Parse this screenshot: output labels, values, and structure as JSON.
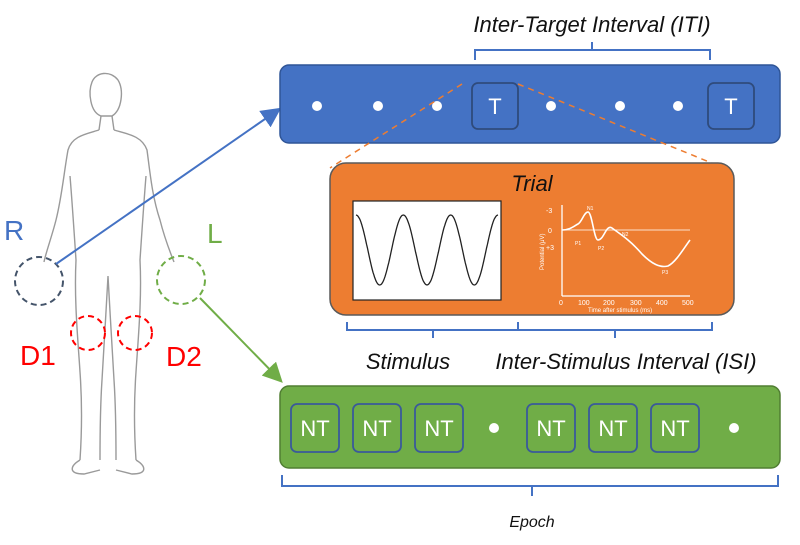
{
  "labels": {
    "iti": "Inter-Target Interval (ITI)",
    "trial": "Trial",
    "stimulus": "Stimulus",
    "isi": "Inter-Stimulus Interval (ISI)",
    "epoch": "Epoch",
    "right": "R",
    "left": "L",
    "d1": "D1",
    "d2": "D2"
  },
  "target_row": {
    "target_label": "T",
    "sequence": [
      "dot",
      "dot",
      "dot",
      "T",
      "dot",
      "dot",
      "dot",
      "T"
    ]
  },
  "nontarget_row": {
    "nontarget_label": "NT",
    "sequence": [
      "NT",
      "NT",
      "NT",
      "dot",
      "NT",
      "NT",
      "NT",
      "dot"
    ]
  },
  "erp_plot": {
    "ylabel": "Potential (μV)",
    "xlabel": "Time after stimulus (ms)",
    "yticks": [
      "-3",
      "0",
      "+3"
    ],
    "xticks": [
      "0",
      "100",
      "200",
      "300",
      "400",
      "500"
    ],
    "peaks": [
      "N1",
      "P1",
      "P2",
      "N2",
      "P3"
    ]
  },
  "colors": {
    "blue": "#4472c4",
    "orange": "#ed7d31",
    "green": "#70ad47",
    "red": "#ff0000",
    "lineblue": "#4472c4"
  }
}
